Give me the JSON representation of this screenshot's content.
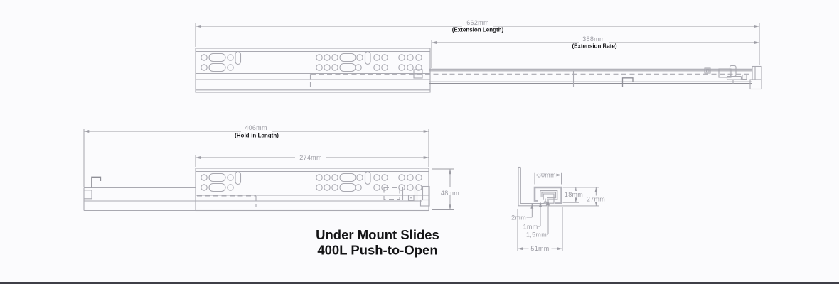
{
  "title": {
    "line1": "Under Mount Slides",
    "line2": "400L Push-to-Open"
  },
  "extended_view": {
    "extension_length": "662mm",
    "extension_length_label": "(Extension Length)",
    "extension_rate": "388mm",
    "extension_rate_label": "(Extension Rate)"
  },
  "closed_view": {
    "hold_in_length": "406mm",
    "hold_in_length_label": "(Hold-in Length)",
    "inner_rail_length": "274mm",
    "slide_height": "48mm"
  },
  "cross_section": {
    "top_width": "30mm",
    "inner_height": "18mm",
    "overall_height": "27mm",
    "gap_thickness": "2mm",
    "member_thickness": "1mm",
    "inner_thickness": "1,5mm",
    "overall_width": "51mm"
  },
  "colors": {
    "background": "#fbfbfd",
    "drawing_line": "#a9a9b1",
    "dimension_text": "#9c9ca4",
    "label_text": "#17171a",
    "bottom_edge": "#3f3f47"
  }
}
